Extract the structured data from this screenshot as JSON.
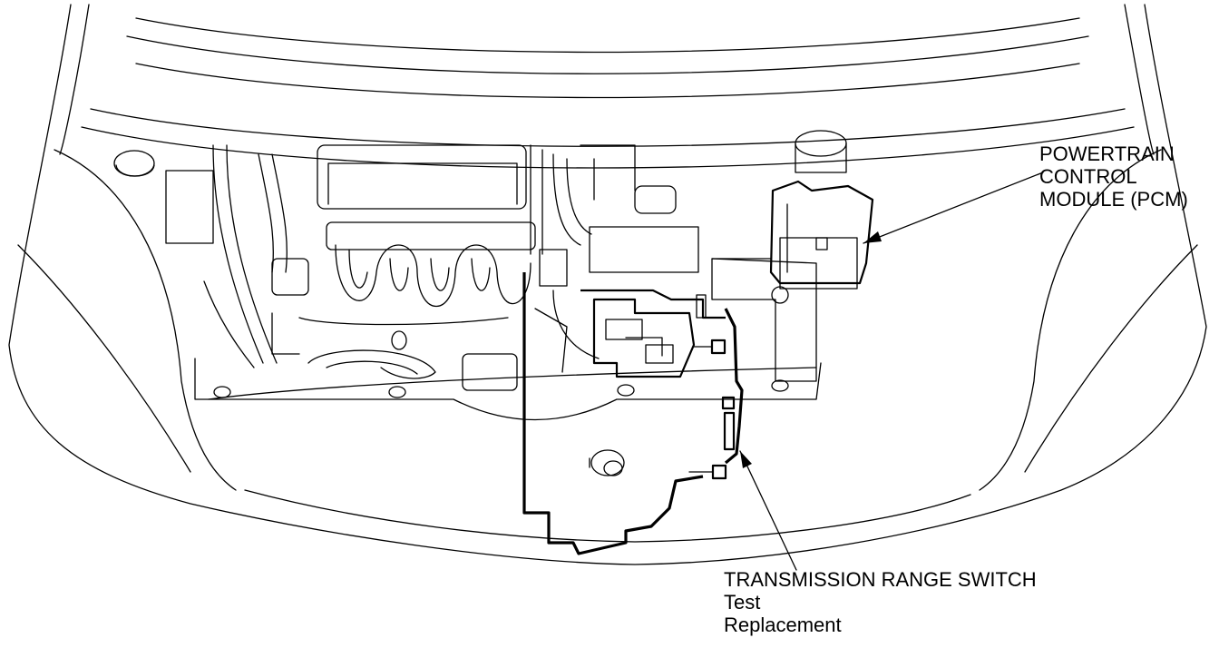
{
  "labels": {
    "pcm": {
      "line1": "POWERTRAIN",
      "line2": "CONTROL",
      "line3": "MODULE (PCM)"
    },
    "trs": {
      "line1": "TRANSMISSION RANGE SWITCH",
      "line2": "Test",
      "line3": "Replacement"
    }
  },
  "colors": {
    "line": "#000000",
    "background": "#ffffff"
  }
}
